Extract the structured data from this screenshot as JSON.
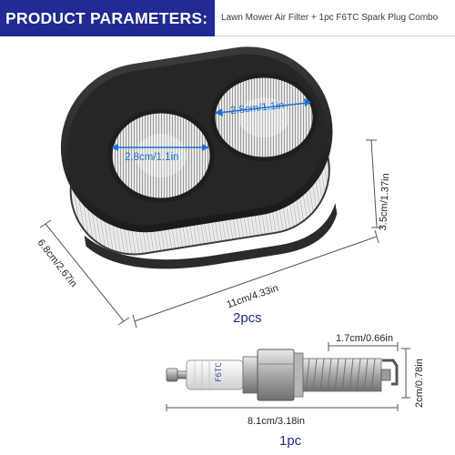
{
  "header": {
    "badge_text": "PRODUCT PARAMETERS:",
    "subtitle": "Lawn Mower Air Filter + 1pc F6TC Spark Plug Combo"
  },
  "air_filter": {
    "hole_diameter_label_1": "2.8cm/1.1in",
    "hole_diameter_label_2": "2.8cm/1.1in",
    "height_label": "3.5cm/1.37in",
    "length_label": "11cm/4.33in",
    "width_label": "6.8cm/2.67in",
    "quantity": "2pcs"
  },
  "spark_plug": {
    "marking": "F6TC",
    "top_label": "1.7cm/0.66in",
    "side_label": "2cm/0.78in",
    "length_label": "8.1cm/3.18in",
    "quantity": "1pc"
  },
  "colors": {
    "banner": "#1f2a93",
    "accent_blue": "#1c6fd6",
    "quantity_text": "#1f2a93"
  }
}
